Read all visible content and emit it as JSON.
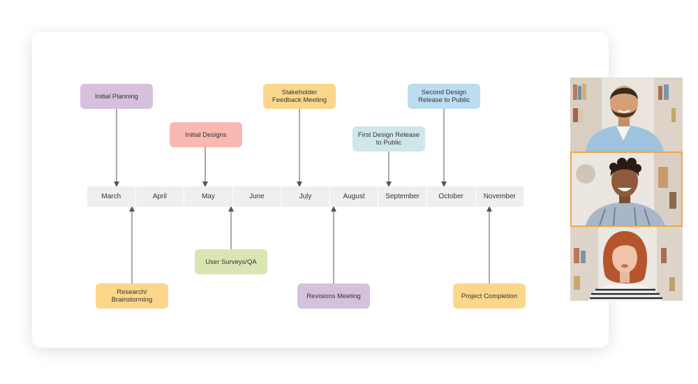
{
  "timeline": {
    "months": [
      "March",
      "April",
      "May",
      "June",
      "July",
      "August",
      "September",
      "October",
      "November"
    ]
  },
  "milestones_above": [
    {
      "label": "Initial Planning",
      "color": "#d6c1dd"
    },
    {
      "label": "Initial Designs",
      "color": "#f9b8b2"
    },
    {
      "label": "Stakeholder\nFeedback Meeting",
      "color": "#fbd78b"
    },
    {
      "label": "First Design Release\nto Public",
      "color": "#cfe6ea"
    },
    {
      "label": "Second Design\nRelease to Public",
      "color": "#bcdcef"
    }
  ],
  "milestones_below": [
    {
      "label": "Research/\nBrainstorming",
      "color": "#fbd78b"
    },
    {
      "label": "User Surveys/QA",
      "color": "#d9e6b3"
    },
    {
      "label": "Revisions Meeting",
      "color": "#d6c1dd"
    },
    {
      "label": "Project Completion",
      "color": "#fbd78b"
    }
  ],
  "video_call": {
    "participants": [
      {
        "icon": "participant-man-beard-video"
      },
      {
        "icon": "participant-man-curly-hair-video",
        "active": true
      },
      {
        "icon": "participant-woman-red-hair-video"
      }
    ],
    "active_border_color": "#e9a94a"
  }
}
